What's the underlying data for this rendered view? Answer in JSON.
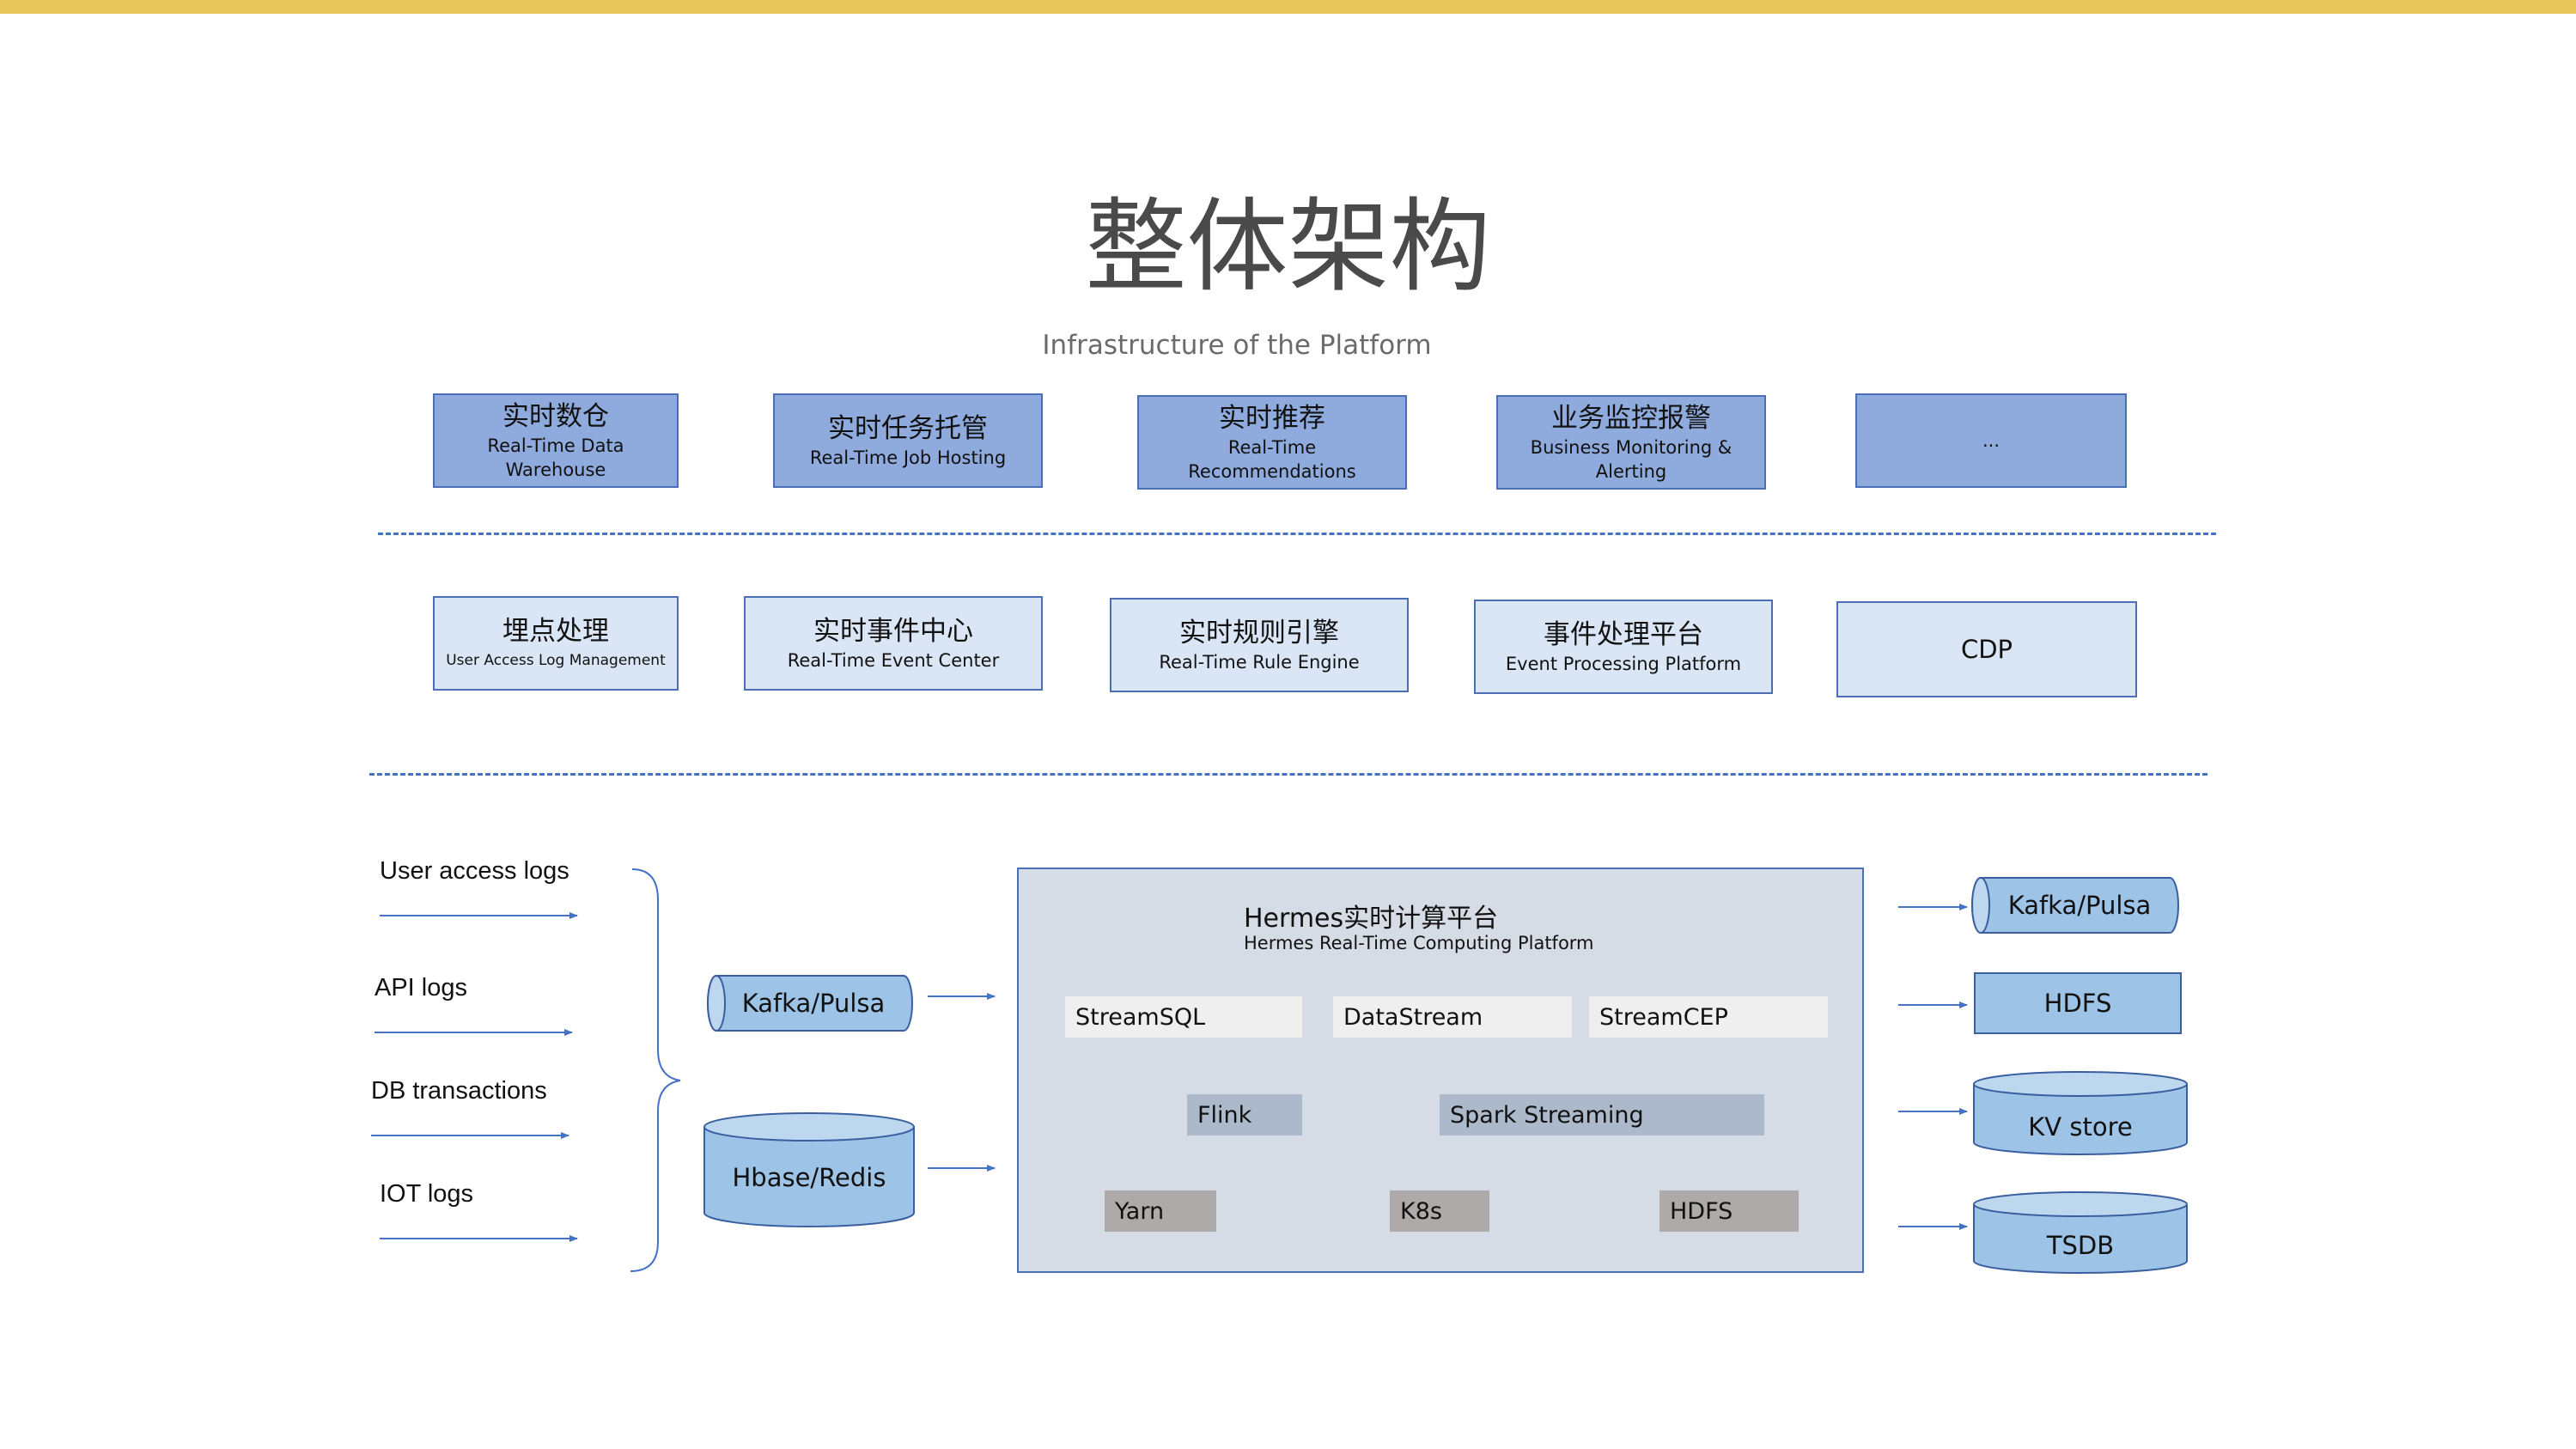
{
  "header": {
    "title": "整体架构",
    "subtitle": "Infrastructure of the Platform"
  },
  "applications": [
    {
      "zh": "实时数仓",
      "en": "Real-Time Data Warehouse"
    },
    {
      "zh": "实时任务托管",
      "en": "Real-Time Job Hosting"
    },
    {
      "zh": "实时推荐",
      "en": "Real-Time Recommendations"
    },
    {
      "zh": "业务监控报警",
      "en": "Business Monitoring & Alerting"
    },
    {
      "zh": "",
      "en": "..."
    }
  ],
  "services": [
    {
      "zh": "埋点处理",
      "en": "User Access Log Management"
    },
    {
      "zh": "实时事件中心",
      "en": "Real-Time Event Center"
    },
    {
      "zh": "实时规则引擎",
      "en": "Real-Time Rule Engine"
    },
    {
      "zh": "事件处理平台",
      "en": "Event Processing Platform"
    },
    {
      "zh": "",
      "en": "CDP"
    }
  ],
  "sources": [
    "User access logs",
    "API logs",
    "DB transactions",
    "IOT logs"
  ],
  "ingest": {
    "queue": "Kafka/Pulsa",
    "storage": "Hbase/Redis"
  },
  "platform": {
    "title_zh": "Hermes实时计算平台",
    "title_en": "Hermes Real-Time Computing Platform",
    "apis": [
      "StreamSQL",
      "DataStream",
      "StreamCEP"
    ],
    "engines": [
      "Flink",
      "Spark Streaming"
    ],
    "resources": [
      "Yarn",
      "K8s",
      "HDFS"
    ]
  },
  "sinks": [
    "Kafka/Pulsa",
    "HDFS",
    "KV store",
    "TSDB"
  ],
  "colors": {
    "accent_bar": "#e8c65a",
    "app_box": "#8faadc",
    "service_box": "#dae6f5",
    "platform_bg": "#d6dce5",
    "store": "#9dc3e6",
    "line": "#4472c4"
  }
}
